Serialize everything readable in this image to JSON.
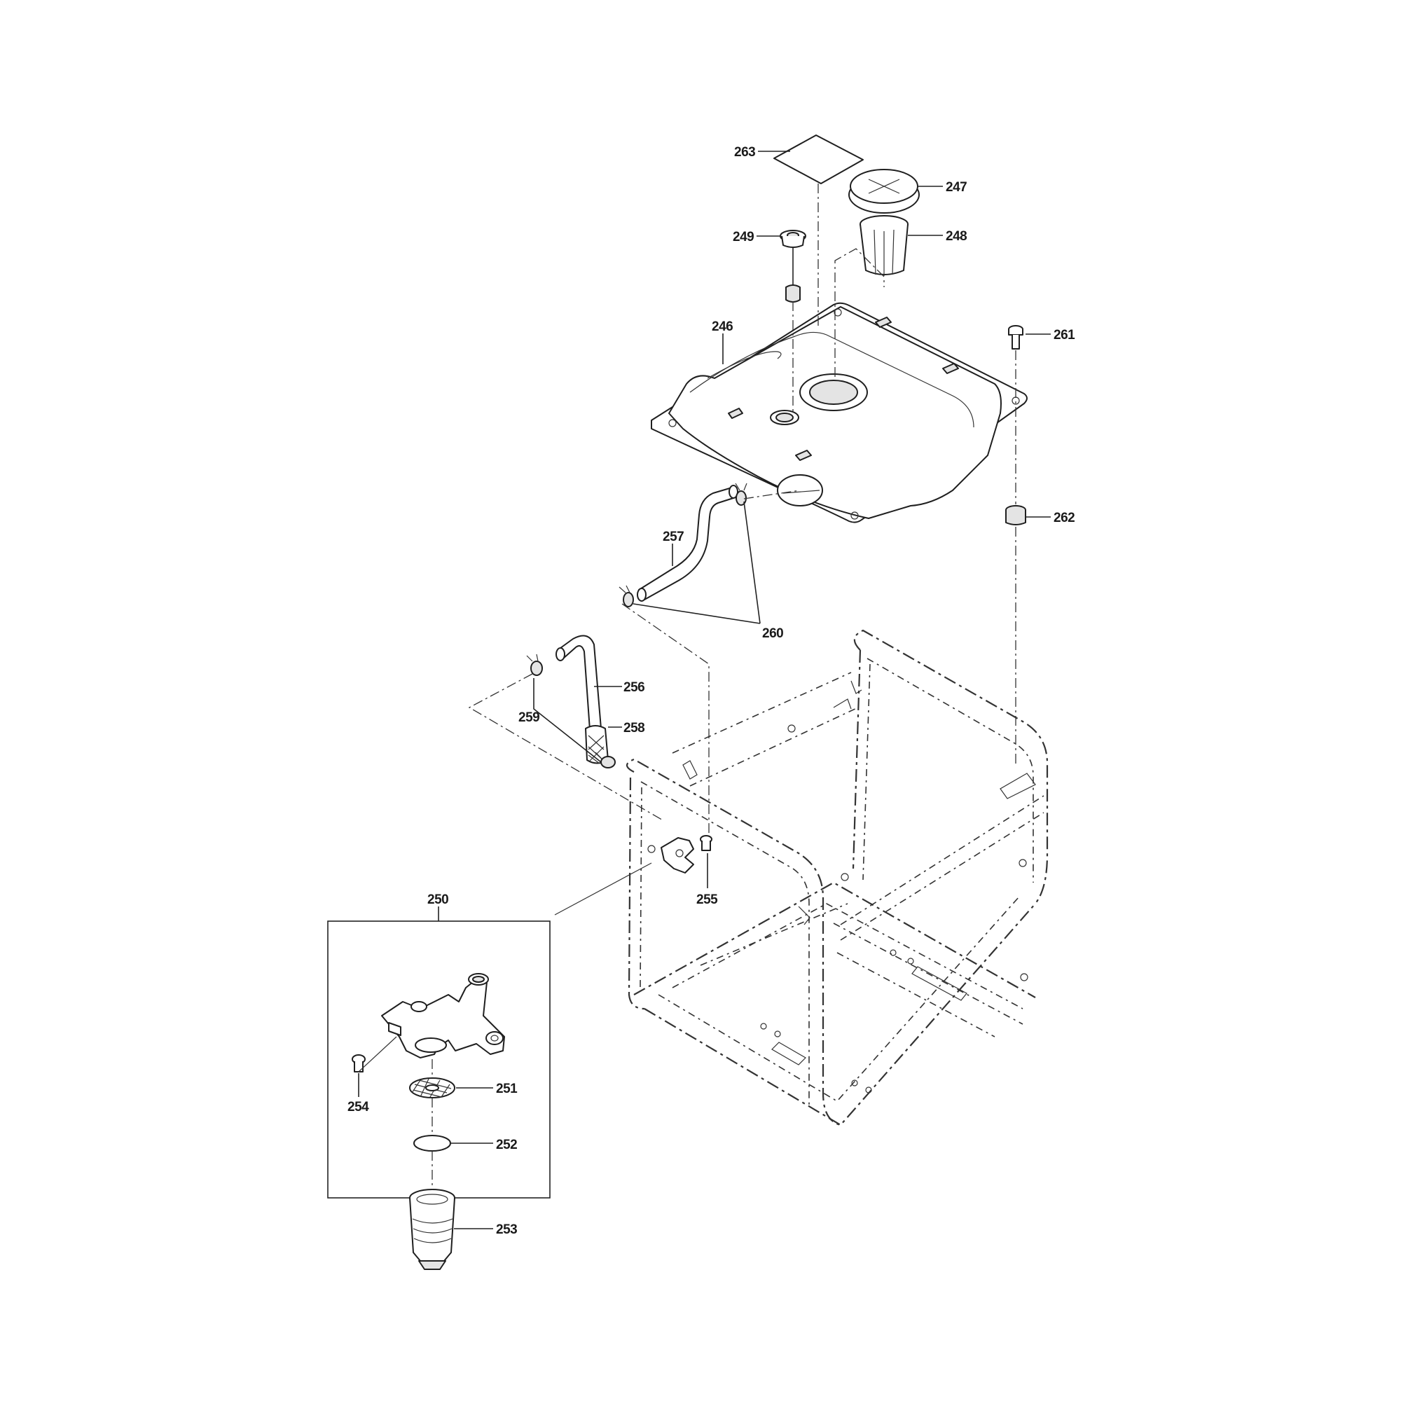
{
  "diagram": {
    "type": "exploded-parts-diagram",
    "callouts": [
      {
        "id": "263",
        "label": "263"
      },
      {
        "id": "247",
        "label": "247"
      },
      {
        "id": "249",
        "label": "249"
      },
      {
        "id": "248",
        "label": "248"
      },
      {
        "id": "246",
        "label": "246"
      },
      {
        "id": "261",
        "label": "261"
      },
      {
        "id": "262",
        "label": "262"
      },
      {
        "id": "257",
        "label": "257"
      },
      {
        "id": "260",
        "label": "260"
      },
      {
        "id": "256",
        "label": "256"
      },
      {
        "id": "258",
        "label": "258"
      },
      {
        "id": "259",
        "label": "259"
      },
      {
        "id": "255",
        "label": "255"
      },
      {
        "id": "250",
        "label": "250"
      },
      {
        "id": "254",
        "label": "254"
      },
      {
        "id": "251",
        "label": "251"
      },
      {
        "id": "252",
        "label": "252"
      },
      {
        "id": "253",
        "label": "253"
      }
    ]
  }
}
